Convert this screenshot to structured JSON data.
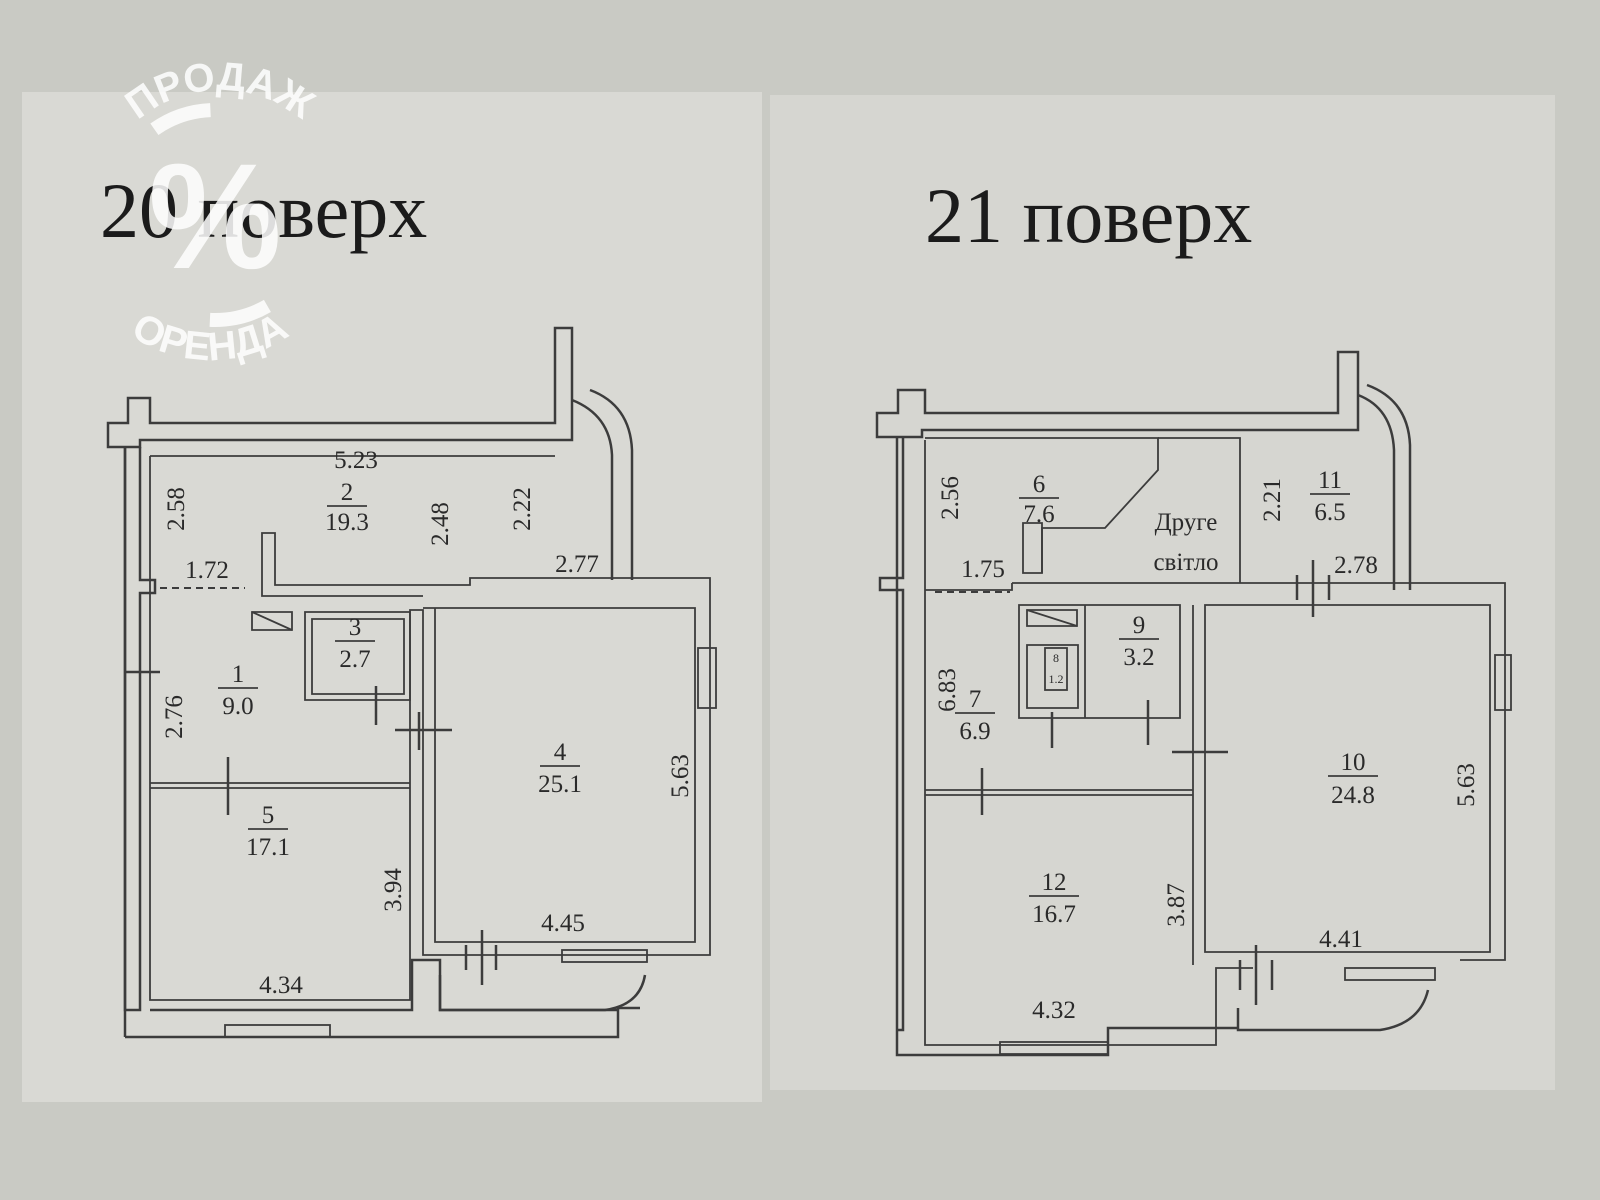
{
  "logo": {
    "top_text": "ПРОДАЖ",
    "bottom_text": "ОРЕНДА",
    "symbol": "%"
  },
  "plan_left": {
    "title": "20 поверх",
    "rooms": [
      {
        "num": "1",
        "area": "9.0"
      },
      {
        "num": "2",
        "area": "19.3"
      },
      {
        "num": "3",
        "area": "2.7"
      },
      {
        "num": "4",
        "area": "25.1"
      },
      {
        "num": "5",
        "area": "17.1"
      }
    ],
    "dims": {
      "top_width": "5.23",
      "left_top": "2.58",
      "mid_a": "2.48",
      "mid_b": "2.22",
      "hall_dash": "1.72",
      "right_top": "2.77",
      "hall_height": "2.76",
      "room4_height": "5.63",
      "room5_height": "3.94",
      "room4_width": "4.45",
      "room5_width": "4.34"
    }
  },
  "plan_right": {
    "title": "21 поверх",
    "second_light_line1": "Друге",
    "second_light_line2": "світло",
    "rooms": [
      {
        "num": "6",
        "area": "7.6"
      },
      {
        "num": "7",
        "area": "6.9"
      },
      {
        "num": "8",
        "area": "1.2"
      },
      {
        "num": "9",
        "area": "3.2"
      },
      {
        "num": "10",
        "area": "24.8"
      },
      {
        "num": "11",
        "area": "6.5"
      },
      {
        "num": "12",
        "area": "16.7"
      }
    ],
    "dims": {
      "left_top": "2.56",
      "mid": "2.21",
      "hall_dash": "1.75",
      "right_top": "2.78",
      "hall_height": "6.83",
      "room10_height": "5.63",
      "room12_height": "3.87",
      "room10_width": "4.41",
      "room12_width": "4.32"
    }
  }
}
